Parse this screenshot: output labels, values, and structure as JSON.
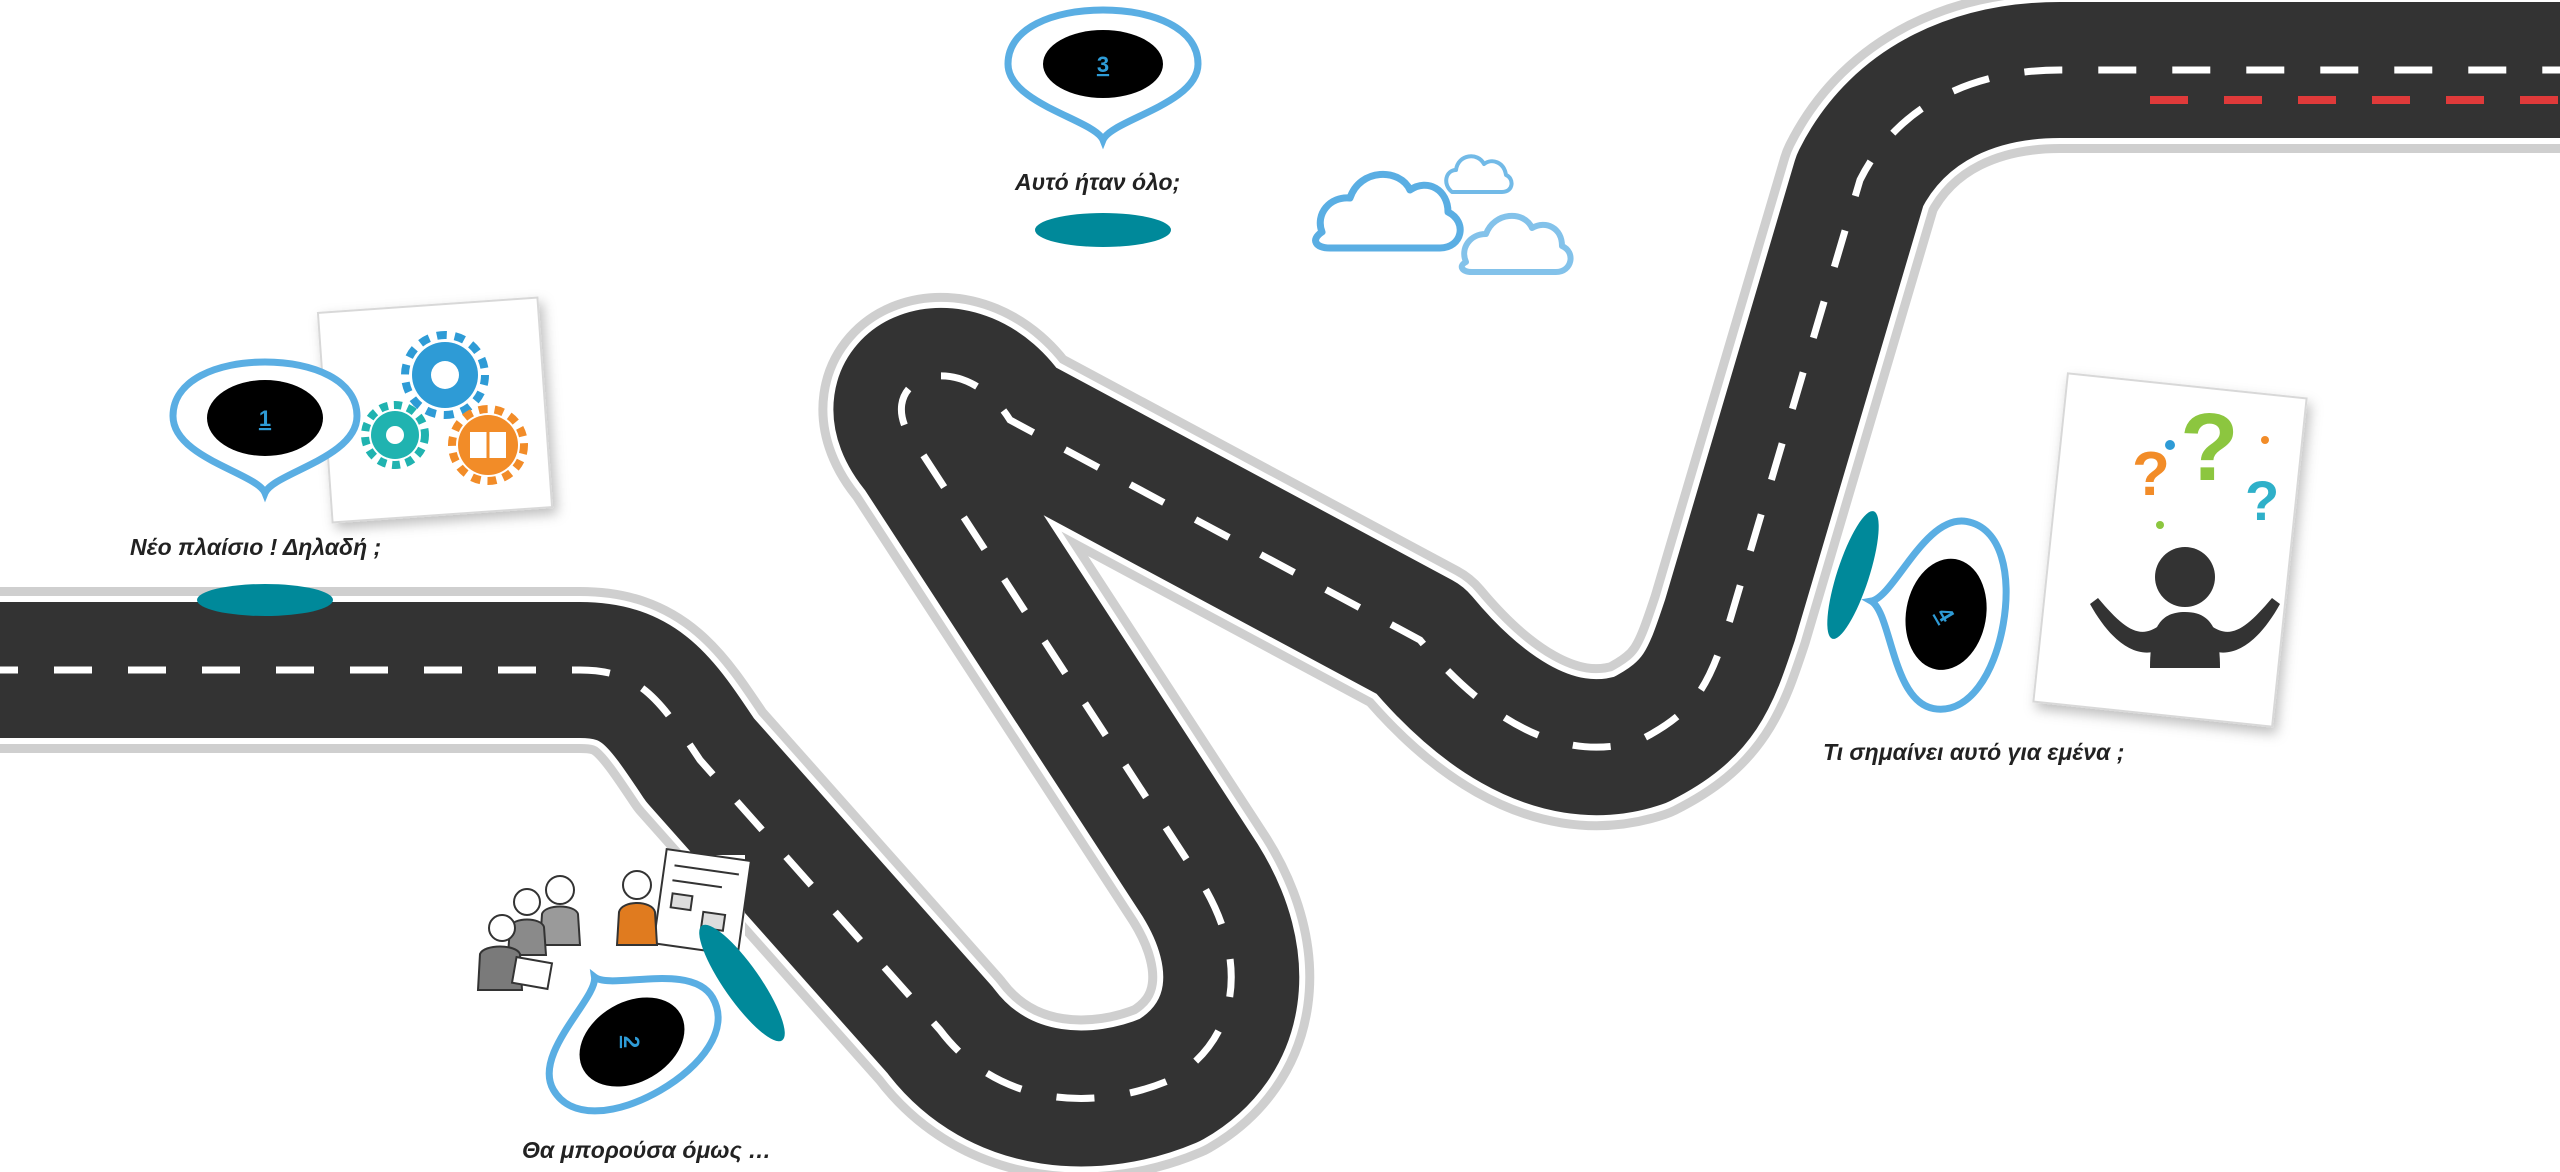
{
  "colors": {
    "road": "#333333",
    "road_edge": "#cfcfcf",
    "road_stripe": "#ffffff",
    "finish_stripe": "#e03a3a",
    "pin_ring": "#5aaee3",
    "pin_fill": "#000000",
    "pin_number": "#2e9bd6",
    "milestone_disc": "#00899a",
    "cloud": "#5aaee3"
  },
  "icons": {
    "stop1": "gears-book-icon",
    "stop2": "people-discussion-icon",
    "stop4": "question-person-icon",
    "sky": "cloud-icon"
  },
  "stops": [
    {
      "number": "1",
      "caption": "Νέο πλαίσιο ! Δηλαδή ;"
    },
    {
      "number": "2",
      "caption": "Θα μπορούσα όμως …"
    },
    {
      "number": "3",
      "caption": "Αυτό ήταν όλο;"
    },
    {
      "number": "4",
      "caption": "Τι σημαίνει αυτό για εμένα ;"
    }
  ]
}
